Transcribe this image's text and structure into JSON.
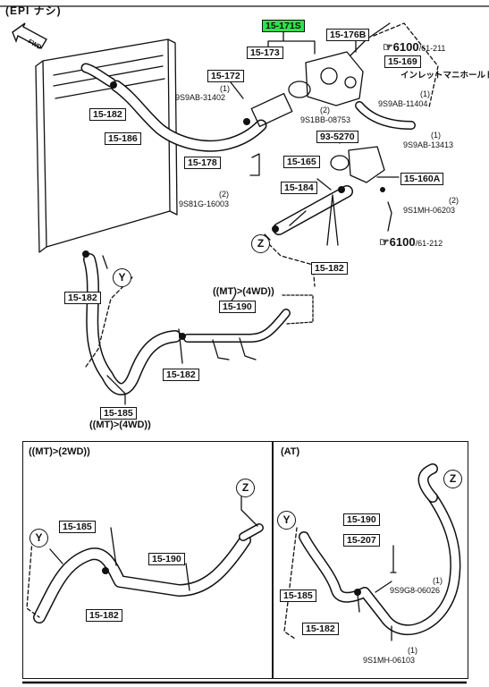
{
  "header": {
    "title": "(EPI ナシ)"
  },
  "fwd_label": "FWD",
  "jp_text": "インレットマニホールド",
  "labels": {
    "l1": "15-171S",
    "l2": "15-173",
    "l3": "15-176B",
    "l4": "15-169",
    "l5": "15-172",
    "l6": "15-182",
    "l7": "15-186",
    "l8": "93-5270",
    "l9": "15-178",
    "l10": "15-165",
    "l11": "15-160A",
    "l12": "15-184",
    "l13": "15-182",
    "l14": "15-182",
    "l15": "15-190",
    "l16": "15-182",
    "l17": "15-185",
    "pa1": "15-185",
    "pa2": "15-190",
    "pa3": "15-182",
    "pb1": "15-190",
    "pb2": "15-207",
    "pb3": "15-185",
    "pb4": "15-182"
  },
  "parts": {
    "p1": "9S9AB-31402",
    "p1q": "(1)",
    "p2": "9S1BB-08753",
    "p2q": "(2)",
    "p3": "9S9AB-11404",
    "p3q": "(1)",
    "p4": "9S9AB-13413",
    "p4q": "(1)",
    "p5": "9S81G-16003",
    "p5q": "(2)",
    "p6": "9S1MH-06203",
    "p6q": "(2)",
    "p7": "9S9G8-06026",
    "p7q": "(1)",
    "p8": "9S1MH-06103",
    "p8q": "(1)"
  },
  "refs": {
    "r1_main": "6100",
    "r1_sub": "/61-211",
    "r2_main": "6100",
    "r2_sub": "/61-212"
  },
  "notes": {
    "n1": "((MT)>(4WD))",
    "n2": "((MT)>(4WD))",
    "n3": "((MT)>(2WD))",
    "n4": "(AT)"
  },
  "connectors": {
    "y": "Y",
    "z": "Z"
  }
}
